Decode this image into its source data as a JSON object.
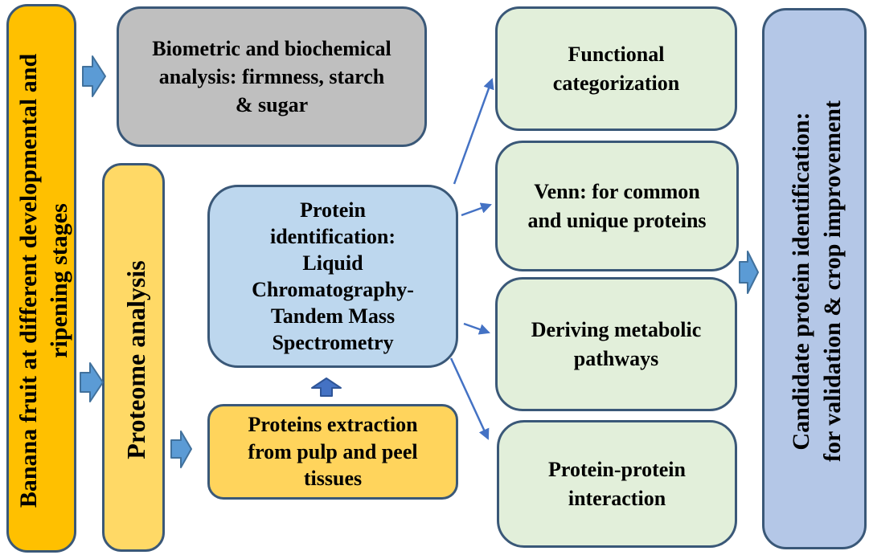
{
  "colors": {
    "orange": "#FFC000",
    "yellow-light": "#FFD966",
    "yellow-deep": "#FFD45C",
    "gray": "#BFBFBF",
    "blue-light": "#BDD7EE",
    "green-light": "#E2EFDA",
    "lavender": "#B4C7E7",
    "box-border": "#3A5878",
    "arrow-fill": "#5B9BD5",
    "arrow-stroke": "#41719C",
    "arrow-dark-fill": "#4472C4",
    "arrow-dark-stroke": "#2F5597",
    "text": "#000000"
  },
  "boxes": {
    "source": "Banana fruit at different developmental and\nripening stages",
    "biometric": "Biometric and biochemical\nanalysis: firmness, starch\n& sugar",
    "proteome": "Proteome analysis",
    "protein_id": "Protein\nidentification:\nLiquid\nChromatography-\nTandem Mass\nSpectrometry",
    "extraction": "Proteins extraction\nfrom pulp and peel\ntissues",
    "functional": "Functional\ncategorization",
    "venn": "Venn: for common\nand unique proteins",
    "pathways": "Deriving metabolic\npathways",
    "interaction": "Protein-protein\ninteraction",
    "candidate": "Candidate protein identification:\nfor validation & crop improvement"
  },
  "edges": [
    {
      "from": "banana-fruit-stages",
      "to": "biometric-analysis",
      "type": "block-arrow"
    },
    {
      "from": "banana-fruit-stages",
      "to": "proteome-analysis",
      "type": "block-arrow"
    },
    {
      "from": "proteome-analysis",
      "to": "proteins-extraction",
      "type": "block-arrow"
    },
    {
      "from": "proteins-extraction",
      "to": "protein-identification",
      "type": "block-arrow"
    },
    {
      "from": "protein-identification",
      "to": "functional-categorization",
      "type": "line-arrow"
    },
    {
      "from": "protein-identification",
      "to": "venn-common-unique",
      "type": "line-arrow"
    },
    {
      "from": "protein-identification",
      "to": "deriving-metabolic-pathways",
      "type": "line-arrow"
    },
    {
      "from": "protein-identification",
      "to": "protein-protein-interaction",
      "type": "line-arrow"
    },
    {
      "from": "analysis-outputs",
      "to": "candidate-protein-identification",
      "type": "block-arrow"
    }
  ]
}
